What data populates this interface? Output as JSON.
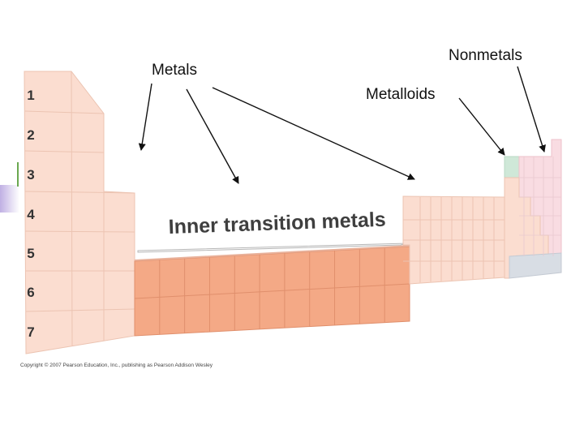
{
  "labels": {
    "metals": "Metals",
    "nonmetals": "Nonmetals",
    "metalloids": "Metalloids",
    "inner_transition": "Inner transition metals"
  },
  "periods": [
    "1",
    "2",
    "3",
    "4",
    "5",
    "6",
    "7"
  ],
  "copyright": "Copyright © 2007 Pearson Education, Inc., publishing as Pearson Addison Wesley",
  "colors": {
    "metal": "#fbddd0",
    "metal_grid": "#ecc4b2",
    "inner_transition": "#f4a986",
    "inner_transition_grid": "#e08f6c",
    "metalloid": "#cfe8d8",
    "nonmetal": "#f9dce2",
    "noble_gas": "#d8dde4",
    "accent_green": "#6aa84f",
    "accent_purple": "#b9a7e0"
  }
}
